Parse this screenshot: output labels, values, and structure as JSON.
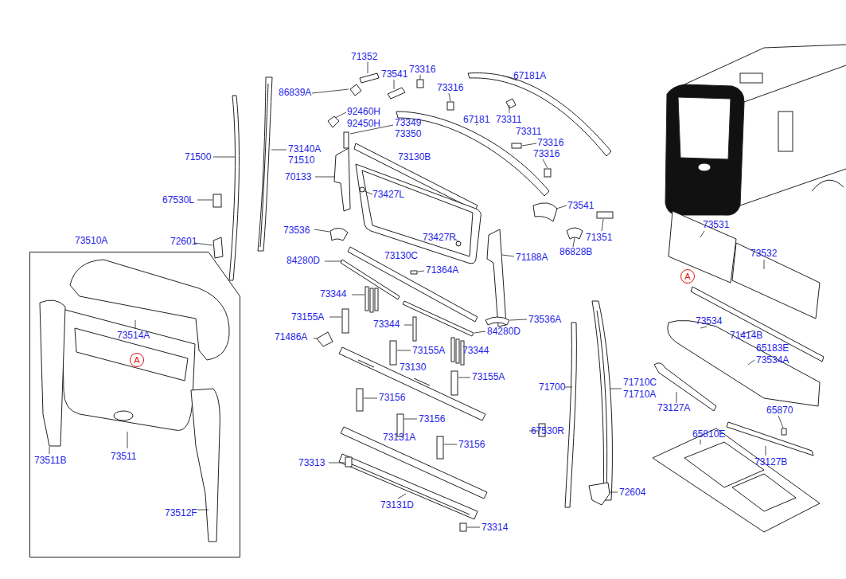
{
  "diagram": {
    "nodes": [
      {
        "text": [
          "73510A"
        ]
      },
      {
        "text": [
          "A"
        ],
        "in": 0
      },
      {
        "text": [
          "A"
        ]
      }
    ],
    "edges": [],
    "labels": [
      "71352",
      "73541",
      "73316",
      "86839A",
      "73316",
      "67181A",
      "92460H",
      "92450H",
      "73349",
      "73350",
      "67181",
      "73311",
      "73311",
      "73316",
      "73316",
      "71500",
      "73140A",
      "71510",
      "73130B",
      "70133",
      "67530L",
      "73427L",
      "73541",
      "72601",
      "73536",
      "73427R",
      "71351",
      "73531",
      "86828B",
      "71188A",
      "84280D",
      "73130C",
      "71364A",
      "73532",
      "73344",
      "73155A",
      "73344",
      "73536A",
      "73514A",
      "84280D",
      "71486A",
      "73534",
      "71414B",
      "73155A",
      "73344",
      "65183E",
      "73534A",
      "73130",
      "73155A",
      "73156",
      "71700",
      "71710C",
      "71710A",
      "73127A",
      "65870",
      "73156",
      "67530R",
      "73511B",
      "73511",
      "73131A",
      "73156",
      "65810E",
      "73127B",
      "73313",
      "73131D",
      "72604",
      "73512F",
      "73314"
    ]
  }
}
